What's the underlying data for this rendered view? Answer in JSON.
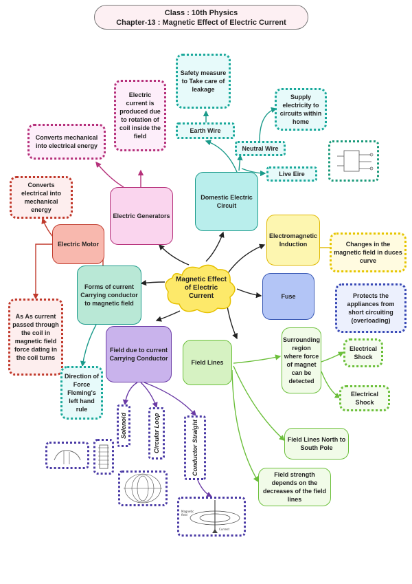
{
  "header": {
    "class": "Class : 10th Physics",
    "chapter": "Chapter-13 : Magnetic Effect of Electric Current"
  },
  "center": "Magnetic Effect of Electric Current",
  "nodes": {
    "safety": "Safety measure to Take care of leakage",
    "earth_wire": "Earth Wire",
    "supply": "Supply electricity to circuits within home",
    "neutral_wire": "Neutral Wire",
    "live_wire": "Live Eire",
    "domestic": "Domestic Electric Circuit",
    "current_produced": "Electric current is produced due to rotation of coil inside the field",
    "converts_mech": "Converts mechanical into electrical energy",
    "generators": "Electric Generators",
    "converts_elec": "Converts electrical into mechanical energy",
    "motor": "Electric Motor",
    "forms": "Forms of current Carrying conductor to magnetic field",
    "as_current": "As As current passed through the coil in magnetic field force dating in the coil turns",
    "direction": "Direction of Force Fleming's left hand rule",
    "field_due": "Field due to current Carrying Conductor",
    "solenoid": "Solenoid",
    "circular_loop": "Circular Loop",
    "conductor_straight": "Conductor Straight",
    "em_induction": "Electromagnetic Induction",
    "changes": "Changes in the magnetic field in duces curve",
    "fuse": "Fuse",
    "protects": "Protects the appliances from short circuiting (overloading)",
    "field_lines": "Field Lines",
    "surrounding": "Surrounding region where force of magnet can be detected",
    "shock1": "Electrical Shock",
    "shock2": "Electrical Shock",
    "north_south": "Field Lines North to South Pole",
    "strength": "Field strength depends on the decreases of the field lines"
  },
  "figure_labels": {
    "magnetic_field": "Magnetic field",
    "current": "Current"
  }
}
